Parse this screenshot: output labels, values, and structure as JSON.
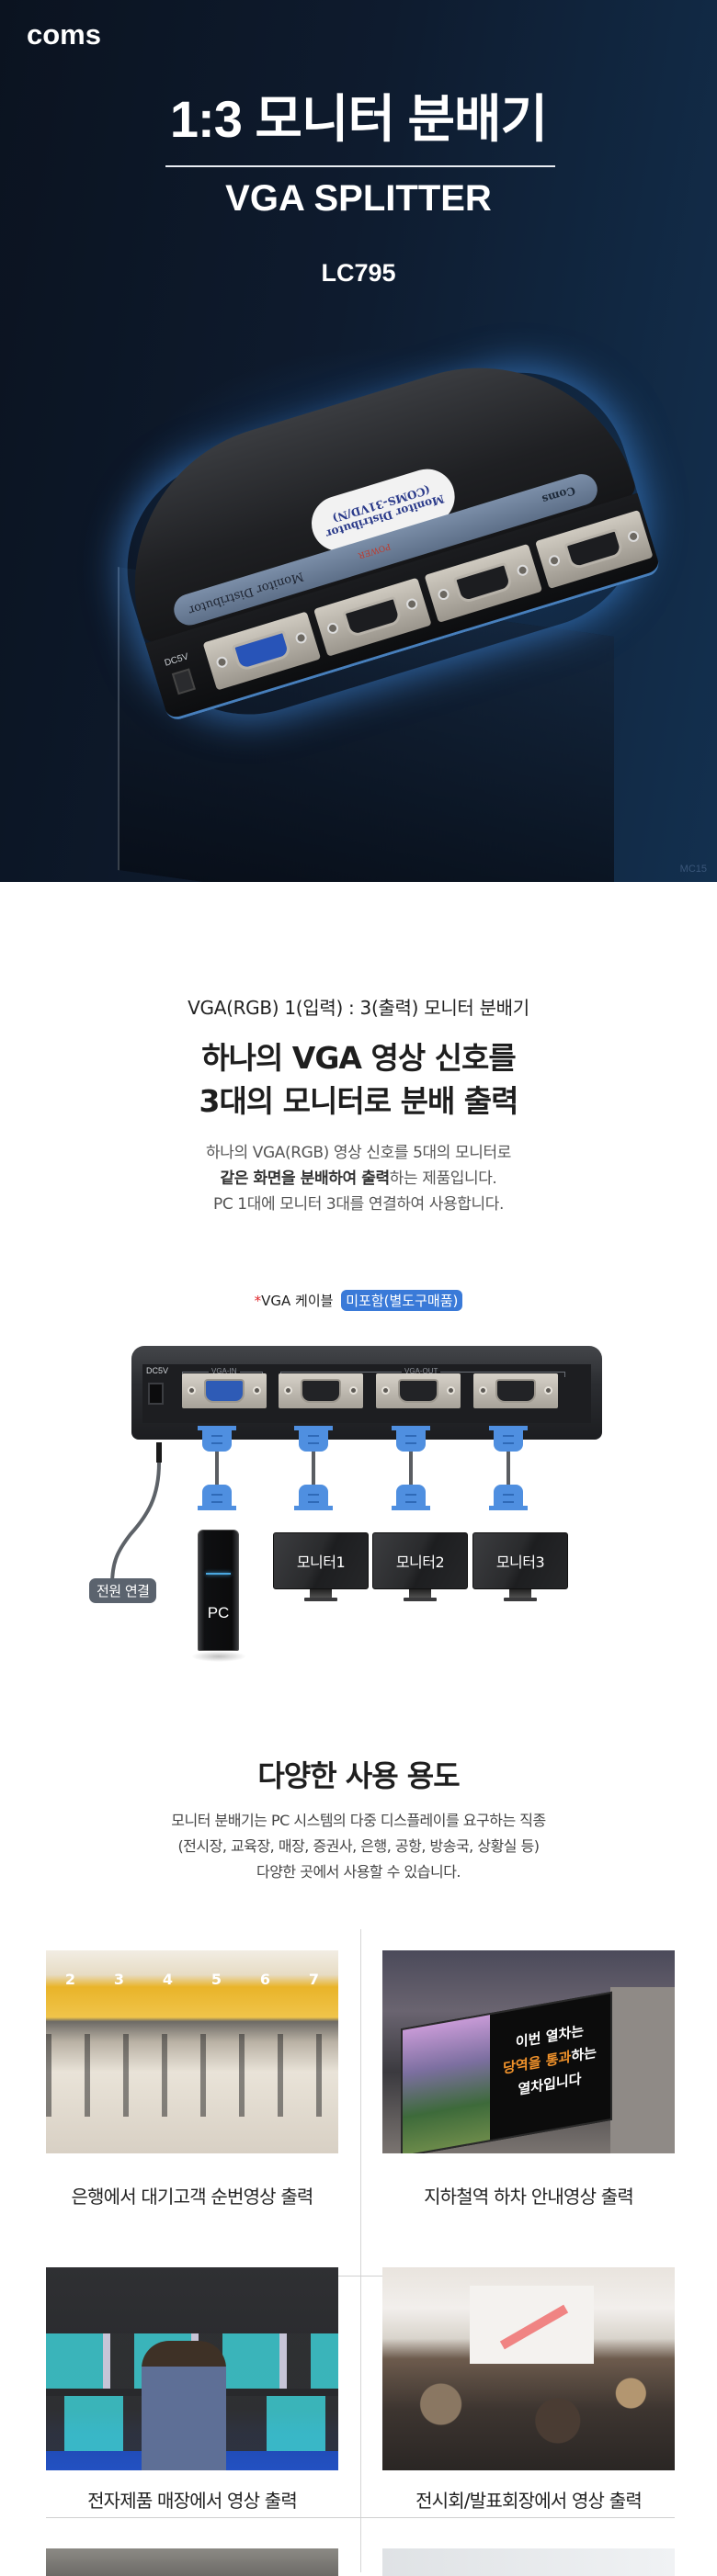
{
  "hero": {
    "brand": "coms",
    "title": "1:3 모니터 분배기",
    "subtitle": "VGA SPLITTER",
    "model": "LC795",
    "watermark": "MC15",
    "device": {
      "label_line1": "Monitor Distributor",
      "label_line2": "(COMS-31VD/N)",
      "band_text": "Monitor Distributor",
      "power_text": "POWER",
      "band_brand": "Coms",
      "dc_label": "DC5V"
    },
    "colors": {
      "bg_dark": "#0b1320",
      "bg_light": "#13304f",
      "glow": "#4696f0"
    }
  },
  "intro": {
    "lead": "VGA(RGB) 1(입력) : 3(출력) 모니터 분배기",
    "heading_line1": "하나의 VGA 영상 신호를",
    "heading_line2": "3대의 모니터로 분배 출력",
    "body_line1": "하나의 VGA(RGB) 영상 신호를 5대의 모니터로",
    "body_line2_bold": "같은 화면을 분배하여 출력",
    "body_line2_rest": "하는 제품입니다.",
    "body_line3": "PC 1대에 모니터 3대를 연결하여 사용합니다."
  },
  "diagram": {
    "note_star": "*",
    "note_text": "VGA 케이블",
    "note_badge": "미포함(별도구매품)",
    "badge_color": "#3a7ad8",
    "dc_label": "DC5V",
    "vga_in_label": "VGA-IN",
    "vga_out_label": "VGA-OUT",
    "power_label": "전원 연결",
    "pc_label": "PC",
    "monitors": [
      "모니터1",
      "모니터2",
      "모니터3"
    ]
  },
  "usage": {
    "title": "다양한 사용 용도",
    "desc_line1": "모니터 분배기는 PC 시스템의 다중 디스플레이를 요구하는 직종",
    "desc_line2": "(전시장, 교육장, 매장, 증권사, 은행, 공항, 방송국, 상황실 등)",
    "desc_line3": "다양한 곳에서 사용할 수 있습니다.",
    "items": [
      {
        "caption": "은행에서 대기고객 순번영상 출력",
        "photo": "bank-waiting-area"
      },
      {
        "caption": "지하철역 하차 안내영상 출력",
        "photo": "subway-display",
        "screen_line1": "이번 열차는",
        "screen_hl": "당역을 통과",
        "screen_line2_rest": "하는",
        "screen_line3": "열차입니다"
      },
      {
        "caption": "전자제품 매장에서 영상 출력",
        "photo": "electronics-store-tvs"
      },
      {
        "caption": "전시회/발표회장에서 영상 출력",
        "photo": "conference-hall"
      }
    ],
    "bank_numbers": [
      "2",
      "3",
      "4",
      "5",
      "6",
      "7"
    ]
  }
}
